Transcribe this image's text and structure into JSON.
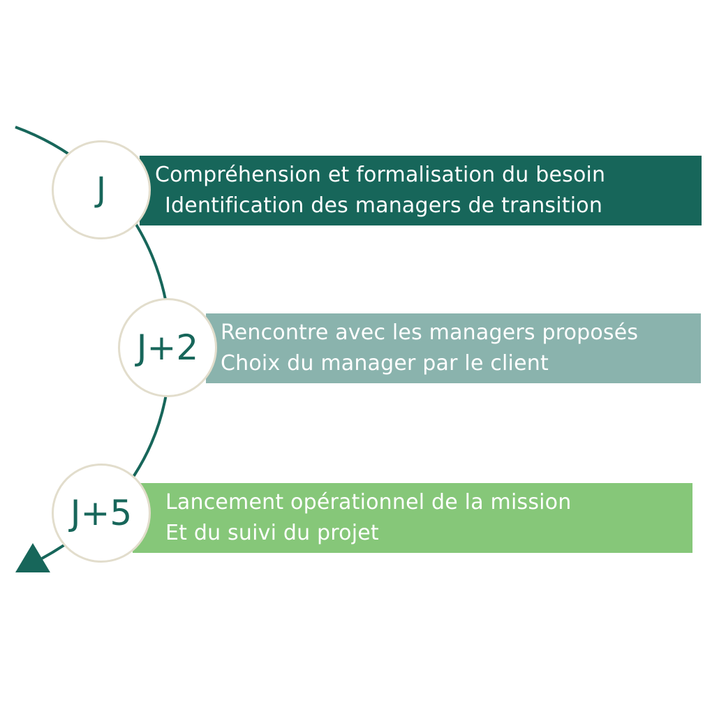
{
  "diagram": {
    "type": "timeline",
    "colors": {
      "connector": "#17665a",
      "node_border": "#e2ddcc",
      "node_text": "#17665a",
      "step_1_bar": "#17665a",
      "step_2_bar": "#8ab3ad",
      "step_3_bar": "#86c779",
      "bar_text": "#ffffff"
    },
    "steps": [
      {
        "label": "J",
        "lines": [
          "Compréhension et formalisation du besoin",
          "Identification des managers de transition"
        ]
      },
      {
        "label": "J+2",
        "lines": [
          "Rencontre avec les managers proposés",
          "Choix du manager par le client"
        ]
      },
      {
        "label": "J+5",
        "lines": [
          "Lancement opérationnel de la mission",
          "Et du suivi du projet"
        ]
      }
    ]
  }
}
